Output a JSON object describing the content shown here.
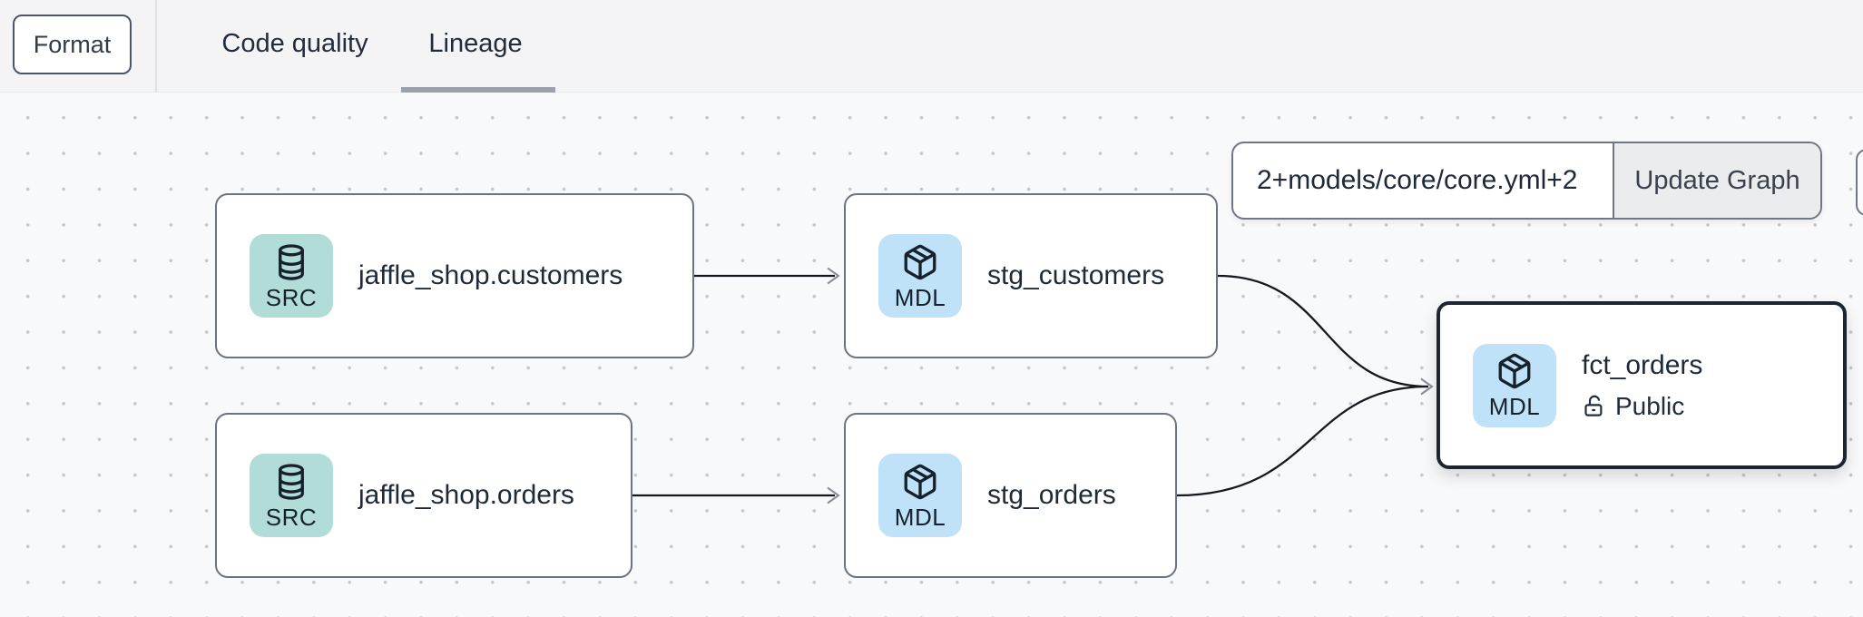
{
  "toolbar": {
    "format_label": "Format",
    "tabs": [
      {
        "label": "Code quality",
        "active": false
      },
      {
        "label": "Lineage",
        "active": true
      }
    ]
  },
  "lineage": {
    "filter": {
      "value": "2+models/core/core.yml+2",
      "update_button_label": "Update Graph"
    },
    "nodes": [
      {
        "id": "source.jaffle_shop.customers",
        "badge": "SRC",
        "label": "jaffle_shop.customers",
        "selected": false
      },
      {
        "id": "model.stg_customers",
        "badge": "MDL",
        "label": "stg_customers",
        "selected": false
      },
      {
        "id": "source.jaffle_shop.orders",
        "badge": "SRC",
        "label": "jaffle_shop.orders",
        "selected": false
      },
      {
        "id": "model.stg_orders",
        "badge": "MDL",
        "label": "stg_orders",
        "selected": false
      },
      {
        "id": "model.fct_orders",
        "badge": "MDL",
        "label": "fct_orders",
        "access": "Public",
        "selected": true
      }
    ],
    "edges": [
      {
        "from": "jaffle_shop.customers",
        "to": "stg_customers"
      },
      {
        "from": "jaffle_shop.orders",
        "to": "stg_orders"
      },
      {
        "from": "stg_customers",
        "to": "fct_orders"
      },
      {
        "from": "stg_orders",
        "to": "fct_orders"
      }
    ],
    "colors": {
      "src_badge": "#b2dcd8",
      "mdl_badge": "#bfe2f8",
      "node_border": "#6b7280",
      "selected_node_border": "#1d2531",
      "edge": "#14181f",
      "canvas_dot": "#c3c6ce",
      "tab_underline": "#9aa1ab"
    }
  }
}
